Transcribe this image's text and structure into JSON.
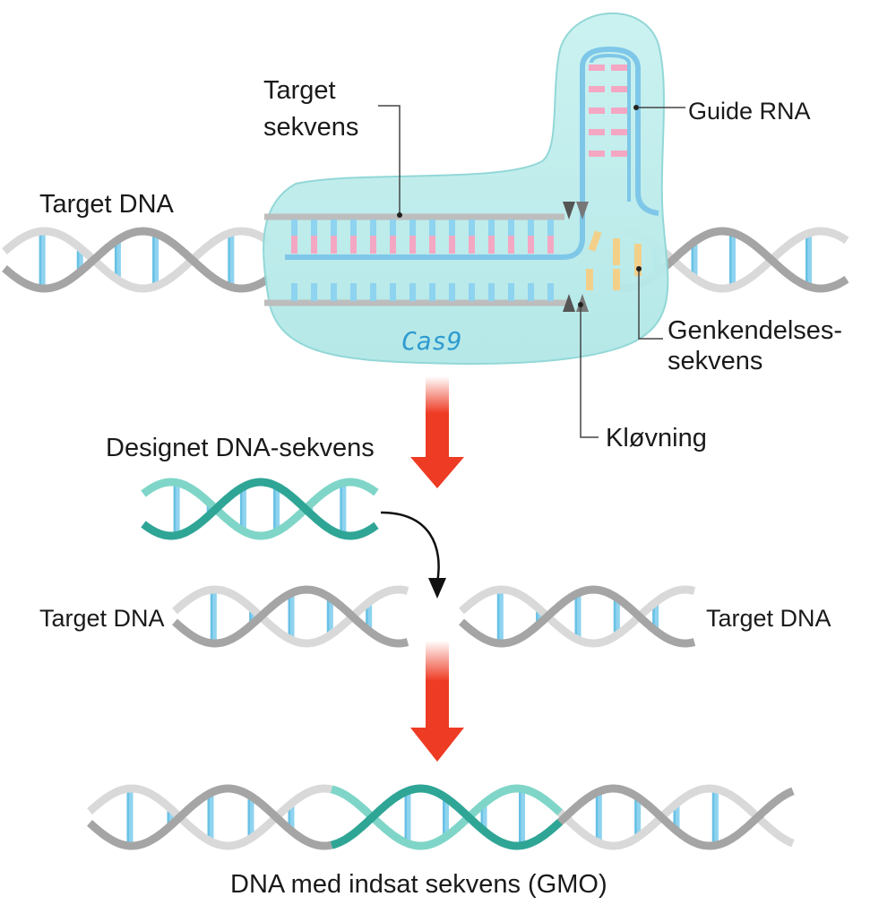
{
  "labels": {
    "target_sekvens_line1": "Target",
    "target_sekvens_line2": "sekvens",
    "guide_rna": "Guide RNA",
    "target_dna_top": "Target DNA",
    "genkendelses_line1": "Genkendelses-",
    "genkendelses_line2": "sekvens",
    "cas9": "Cas9",
    "kloevning": "Kløvning",
    "designet": "Designet DNA-sekvens",
    "target_dna_left": "Target DNA",
    "target_dna_right": "Target DNA",
    "result": "DNA med indsat sekvens (GMO)"
  },
  "colors": {
    "cas9_body": "#bfeeed",
    "cas9_outline": "#8fd6d6",
    "strand_gray": "#bdbdbd",
    "strand_dark": "#9a9a9a",
    "base_blue": "#8ed3ef",
    "base_blue_dark": "#4fb5de",
    "rna_pink": "#f4a7c3",
    "pam_yellow": "#f3d08a",
    "teal_light": "#7fd6c8",
    "teal_dark": "#2fa596",
    "arrow_red": "#ee3b24",
    "cut_marker": "#555555"
  }
}
